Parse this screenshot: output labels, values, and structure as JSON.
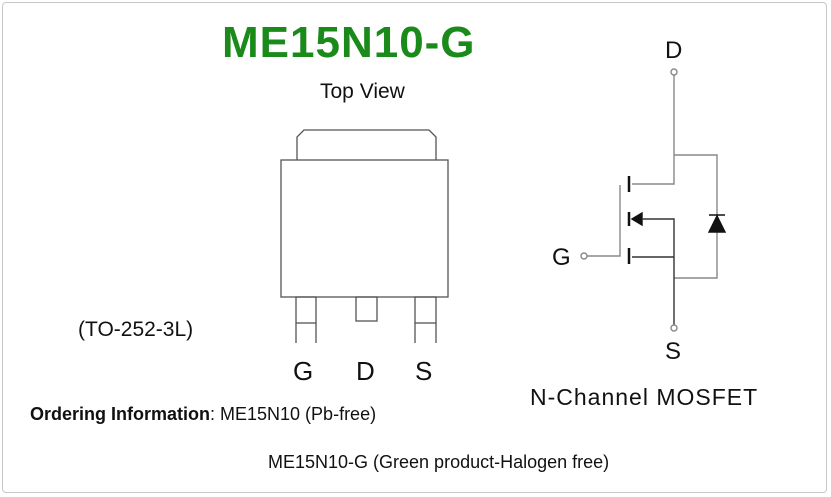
{
  "title": "ME15N10-G",
  "title_color": "#1a8a1a",
  "top_view_label": "Top View",
  "package_label": "(TO-252-3L)",
  "package_pins": [
    "G",
    "D",
    "S"
  ],
  "ordering": {
    "label": "Ordering Information",
    "separator": ":",
    "line1": " ME15N10 (Pb-free)",
    "line2": "ME15N10-G (Green product-Halogen free)"
  },
  "schematic": {
    "caption": "N-Channel MOSFET",
    "drain_label": "D",
    "gate_label": "G",
    "source_label": "S"
  }
}
